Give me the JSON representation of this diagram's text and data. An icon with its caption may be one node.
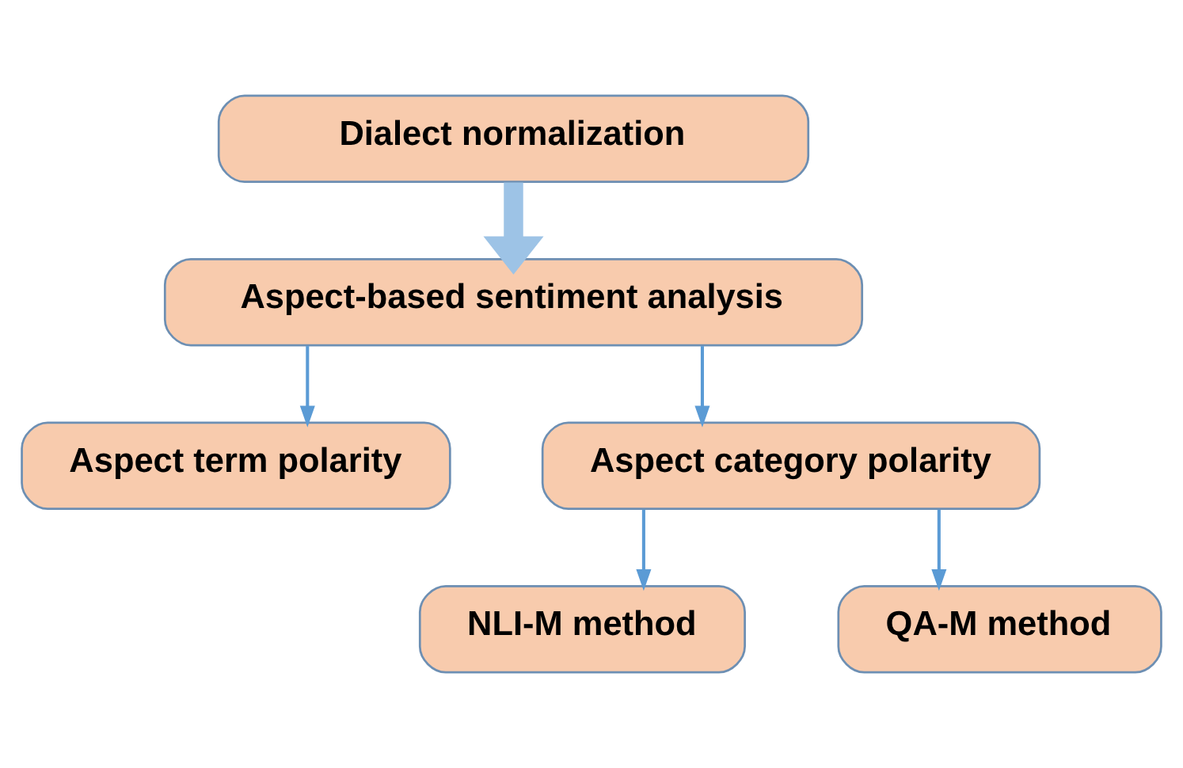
{
  "diagram": {
    "nodes": [
      {
        "text": [
          "Dialect normalization"
        ]
      },
      {
        "text": [
          "Aspect-based sentiment analysis"
        ]
      },
      {
        "text": [
          "Aspect term polarity"
        ]
      },
      {
        "text": [
          "Aspect category polarity"
        ]
      },
      {
        "text": [
          "NLI-M method"
        ]
      },
      {
        "text": [
          "QA-M method"
        ]
      }
    ],
    "edges": [
      {
        "from": 0,
        "to": 1,
        "arrow": "to",
        "style": "thick"
      },
      {
        "from": 1,
        "to": 2,
        "arrow": "to"
      },
      {
        "from": 1,
        "to": 3,
        "arrow": "to"
      },
      {
        "from": 3,
        "to": 4,
        "arrow": "to"
      },
      {
        "from": 3,
        "to": 5,
        "arrow": "to"
      }
    ]
  }
}
